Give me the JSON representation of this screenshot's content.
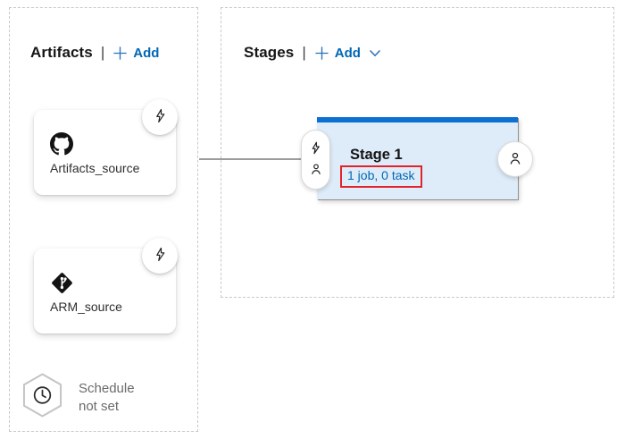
{
  "artifacts_panel": {
    "title": "Artifacts",
    "separator": "|",
    "add": {
      "label": "Add"
    },
    "cards": [
      {
        "name": "Artifacts_source",
        "icon": "github-icon",
        "badge_icon": "lightning-trigger-icon"
      },
      {
        "name": "ARM_source",
        "icon": "git-diamond-icon",
        "badge_icon": "lightning-trigger-icon"
      }
    ],
    "schedule": {
      "line1": "Schedule",
      "line2": "not set",
      "icon": "clock-hexagon-icon"
    }
  },
  "stages_panel": {
    "title": "Stages",
    "separator": "|",
    "add": {
      "label": "Add",
      "dropdown_icon": "chevron-down-icon"
    },
    "stages": [
      {
        "title": "Stage 1",
        "jobs_summary": "1 job, 0 task",
        "annotated": true,
        "pre_deploy_icons": [
          "lightning-trigger-icon",
          "person-approval-icon"
        ],
        "post_deploy_icon": "person-approval-icon"
      }
    ]
  },
  "colors": {
    "accent_blue": "#0067b5",
    "stage_bar_blue": "#0c70d2",
    "stage_fill_blue": "#deecf9",
    "annotation_red": "#e1242b",
    "connector_gray": "#9e9c9a",
    "panel_border_gray": "#c8c8c8",
    "muted_text_gray": "#6b6b6b"
  }
}
